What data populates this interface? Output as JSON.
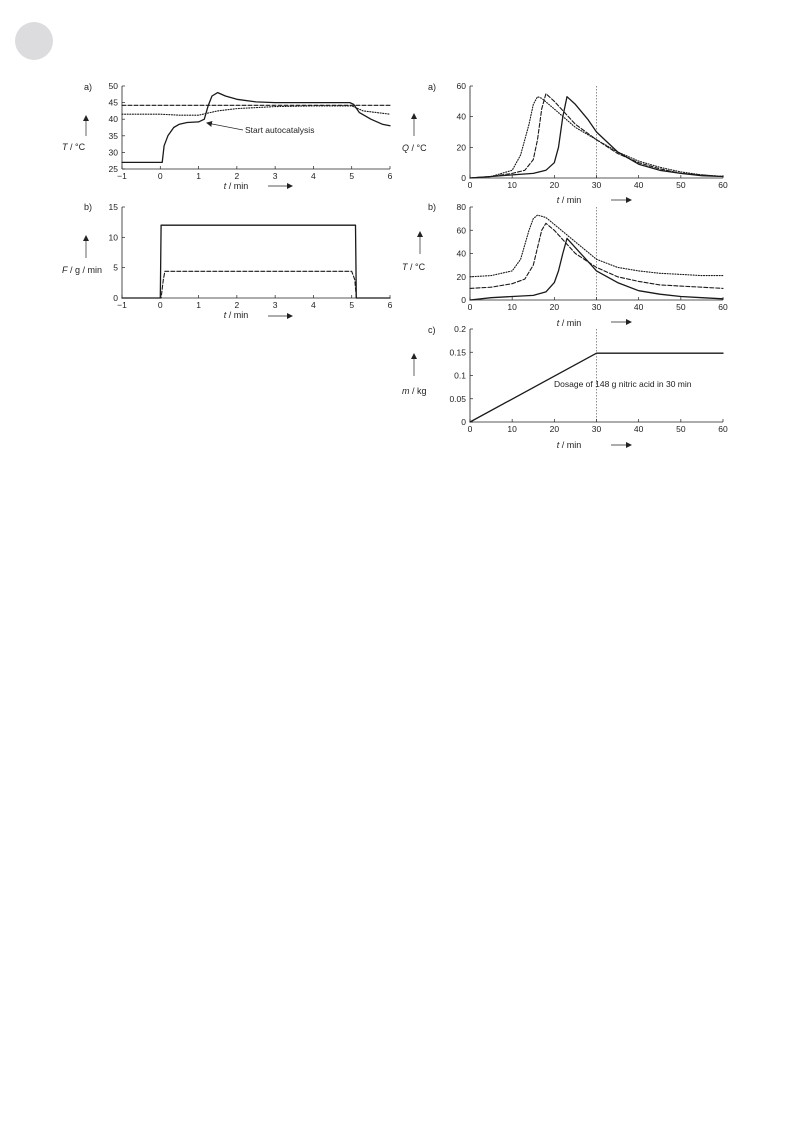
{
  "chart_data": [
    {
      "id": "L_a",
      "type": "line",
      "panel_label": "a)",
      "xlabel_var": "t",
      "xlabel_unit": " / min",
      "ylabel_var": "T",
      "ylabel_unit": " / °C",
      "xlim": [
        -1,
        6
      ],
      "ylim": [
        25,
        50
      ],
      "xticks": [
        -1,
        0,
        1,
        2,
        3,
        4,
        5,
        6
      ],
      "yticks": [
        25,
        30,
        35,
        40,
        45,
        50
      ],
      "annotation": {
        "text": "Start autocatalysis",
        "x": 1.25,
        "y": 39.5
      },
      "series": [
        {
          "style": "solid",
          "x": [
            -1,
            0.05,
            0.1,
            0.2,
            0.35,
            0.5,
            0.7,
            1.0,
            1.15,
            1.25,
            1.35,
            1.5,
            1.7,
            2.0,
            2.5,
            3.0,
            3.5,
            4.0,
            4.5,
            4.95,
            5.05,
            5.2,
            5.5,
            5.8,
            6.0
          ],
          "y": [
            27,
            27,
            32,
            35,
            37.5,
            38.5,
            39,
            39.2,
            40,
            44,
            47,
            48,
            47,
            46,
            45.2,
            45,
            45,
            45,
            45,
            45,
            44.5,
            42,
            40,
            38.5,
            38
          ]
        },
        {
          "style": "dashed",
          "x": [
            -1,
            6
          ],
          "y": [
            44.2,
            44.2
          ]
        },
        {
          "style": "dotted",
          "x": [
            -1,
            0,
            0.5,
            1.0,
            1.5,
            2.0,
            3.0,
            4.0,
            5.0,
            5.3,
            6.0
          ],
          "y": [
            41.5,
            41.5,
            41.2,
            41.2,
            42.5,
            43.2,
            43.8,
            44,
            44,
            42.5,
            41.5
          ]
        }
      ]
    },
    {
      "id": "L_b",
      "type": "line",
      "panel_label": "b)",
      "xlabel_var": "t",
      "xlabel_unit": " / min",
      "ylabel_var": "F",
      "ylabel_unit": " / g / min",
      "xlim": [
        -1,
        6
      ],
      "ylim": [
        0,
        15
      ],
      "xticks": [
        -1,
        0,
        1,
        2,
        3,
        4,
        5,
        6
      ],
      "yticks": [
        0,
        5,
        10,
        15
      ],
      "series": [
        {
          "style": "solid",
          "x": [
            -1,
            0,
            0.02,
            5.1,
            5.12,
            6
          ],
          "y": [
            0,
            0,
            12,
            12,
            0,
            0
          ]
        },
        {
          "style": "dashed",
          "x": [
            -1,
            0.02,
            0.08,
            0.12,
            5.0,
            5.08,
            5.12,
            6
          ],
          "y": [
            0,
            0,
            3,
            4.4,
            4.4,
            3,
            0,
            0
          ]
        }
      ]
    },
    {
      "id": "R_a",
      "type": "line",
      "panel_label": "a)",
      "xlabel_var": "t",
      "xlabel_unit": "  / min",
      "ylabel_var": "Q",
      "ylabel_unit": " / °C",
      "xlim": [
        0,
        60
      ],
      "ylim": [
        0,
        60
      ],
      "xticks": [
        0,
        10,
        20,
        30,
        40,
        50,
        60
      ],
      "yticks": [
        0,
        20,
        40,
        60
      ],
      "vlines": [
        0,
        30
      ],
      "series": [
        {
          "style": "solid",
          "x": [
            0,
            5,
            10,
            15,
            18,
            20,
            21,
            22,
            23,
            25,
            28,
            30,
            35,
            40,
            45,
            50,
            55,
            60
          ],
          "y": [
            0,
            1,
            2,
            3,
            5,
            10,
            20,
            40,
            53,
            48,
            38,
            30,
            17,
            9,
            5,
            3,
            1.5,
            1
          ]
        },
        {
          "style": "dashed",
          "x": [
            0,
            5,
            10,
            13,
            15,
            16,
            17,
            18,
            20,
            25,
            30,
            35,
            40,
            45,
            50,
            55,
            60
          ],
          "y": [
            0,
            1,
            3,
            5,
            12,
            25,
            45,
            55,
            50,
            35,
            25,
            16,
            10,
            6,
            3,
            2,
            1
          ]
        },
        {
          "style": "dotted",
          "x": [
            0,
            5,
            10,
            12,
            14,
            15,
            16,
            17,
            20,
            25,
            30,
            35,
            40,
            45,
            50,
            55,
            60
          ],
          "y": [
            0,
            1,
            5,
            15,
            35,
            48,
            53,
            52,
            45,
            33,
            25,
            17,
            11,
            7,
            4,
            2,
            1
          ]
        }
      ]
    },
    {
      "id": "R_b",
      "type": "line",
      "panel_label": "b)",
      "xlabel_var": "t",
      "xlabel_unit": "  / min",
      "ylabel_var": "T",
      "ylabel_unit": " / °C",
      "xlim": [
        0,
        60
      ],
      "ylim": [
        0,
        80
      ],
      "xticks": [
        0,
        10,
        20,
        30,
        40,
        50,
        60
      ],
      "yticks": [
        0,
        20,
        40,
        60,
        80
      ],
      "vlines": [
        0,
        30
      ],
      "series": [
        {
          "style": "solid",
          "x": [
            0,
            5,
            10,
            15,
            18,
            20,
            21,
            22,
            23,
            25,
            28,
            30,
            35,
            40,
            45,
            50,
            55,
            60
          ],
          "y": [
            0,
            2,
            3,
            4,
            7,
            15,
            25,
            40,
            53,
            45,
            33,
            25,
            15,
            8,
            5,
            3,
            2,
            1
          ]
        },
        {
          "style": "dashed",
          "x": [
            0,
            5,
            10,
            13,
            15,
            16,
            17,
            18,
            20,
            25,
            30,
            35,
            40,
            45,
            50,
            55,
            60
          ],
          "y": [
            10,
            11,
            14,
            18,
            30,
            45,
            60,
            66,
            60,
            40,
            28,
            20,
            16,
            13,
            12,
            11,
            10
          ]
        },
        {
          "style": "dotted",
          "x": [
            0,
            5,
            10,
            12,
            14,
            15,
            16,
            18,
            20,
            25,
            30,
            35,
            40,
            45,
            50,
            55,
            60
          ],
          "y": [
            20,
            21,
            25,
            35,
            60,
            70,
            73,
            71,
            65,
            50,
            35,
            28,
            25,
            23,
            22,
            21,
            21
          ]
        }
      ]
    },
    {
      "id": "R_c",
      "type": "line",
      "panel_label": "c)",
      "xlabel_var": "t",
      "xlabel_unit": "  / min",
      "ylabel_var": "m",
      "ylabel_unit": " / kg",
      "xlim": [
        0,
        60
      ],
      "ylim": [
        0,
        0.2
      ],
      "xticks": [
        0,
        10,
        20,
        30,
        40,
        50,
        60
      ],
      "yticks": [
        0,
        0.05,
        0.1,
        0.15,
        0.2
      ],
      "vlines": [
        0,
        30
      ],
      "annotation": {
        "text": "Dosage of 148 g nitric acid in 30 min",
        "x": 20,
        "y": 0.075
      },
      "series": [
        {
          "style": "solid",
          "x": [
            0,
            30,
            60
          ],
          "y": [
            0,
            0.148,
            0.148
          ]
        }
      ]
    }
  ]
}
